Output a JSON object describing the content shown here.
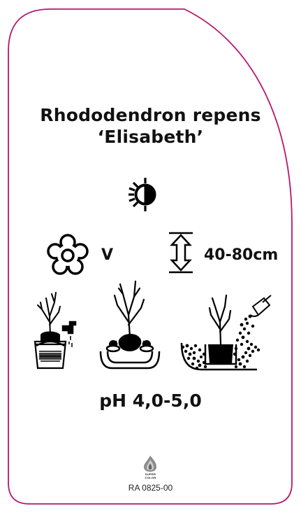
{
  "label": {
    "border_color": "#b5176e",
    "botanical_name": "Rhododendron repens",
    "cultivar": "‘Elisabeth’"
  },
  "icons": {
    "light": "half-sun-icon",
    "flowering": "flower-icon",
    "height": "height-arrow-icon"
  },
  "flowering_month": "V",
  "plant_height": "40-80cm",
  "planting_steps": [
    "water-bucket-icon",
    "plant-in-hole-icon",
    "mulch-icon"
  ],
  "soil_ph": "pH 4,0-5,0",
  "brand": {
    "logo": "flame-logo-icon",
    "line1": "SUPER",
    "line2": "COLOR"
  },
  "article_code": "RA 0825-00"
}
